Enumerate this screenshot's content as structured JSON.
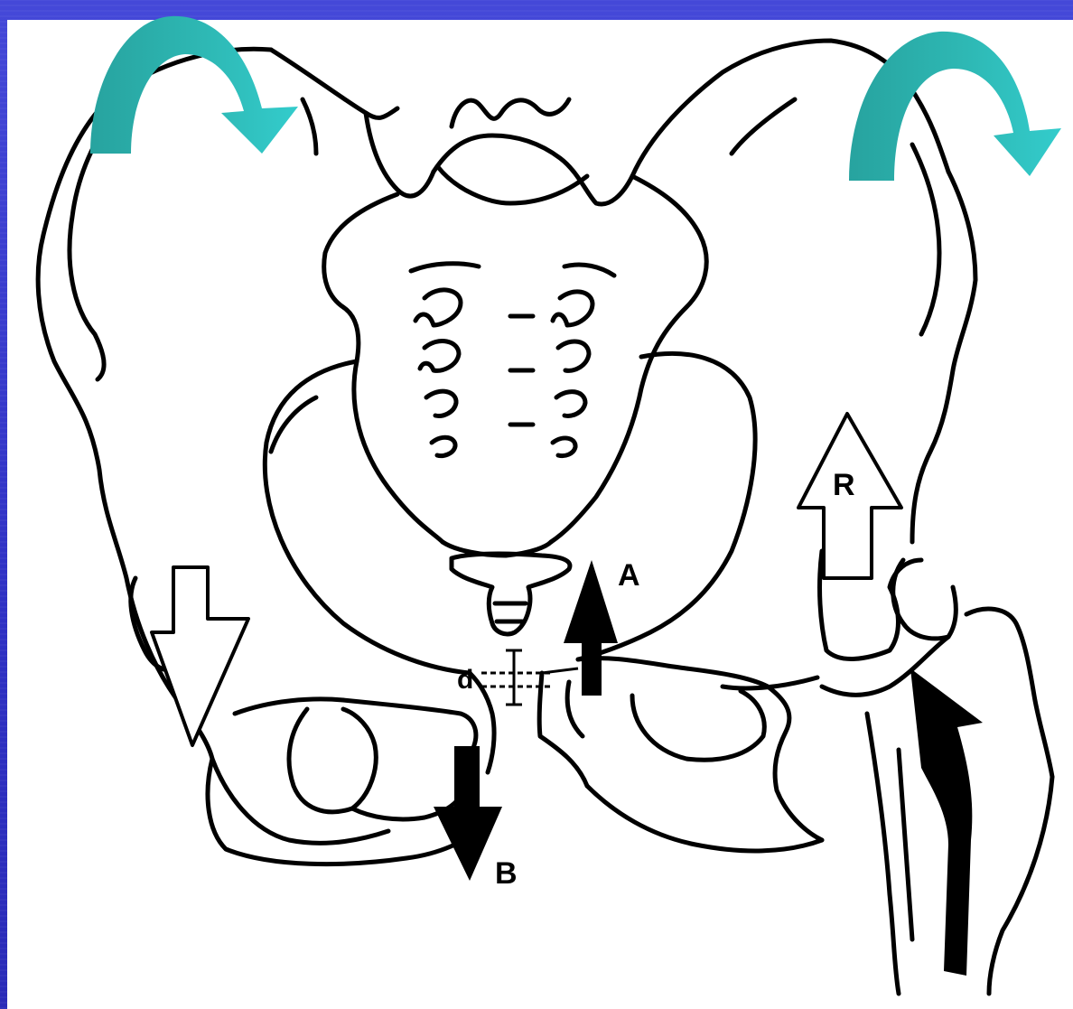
{
  "diagram": {
    "labels": {
      "a": "A",
      "b": "B",
      "r": "R",
      "d": "d"
    },
    "colors": {
      "background": "#3036c6",
      "panel": "#ffffff",
      "rotation_arrow_dark": "#27a39f",
      "rotation_arrow_light": "#33cccc",
      "ink": "#000000"
    }
  }
}
